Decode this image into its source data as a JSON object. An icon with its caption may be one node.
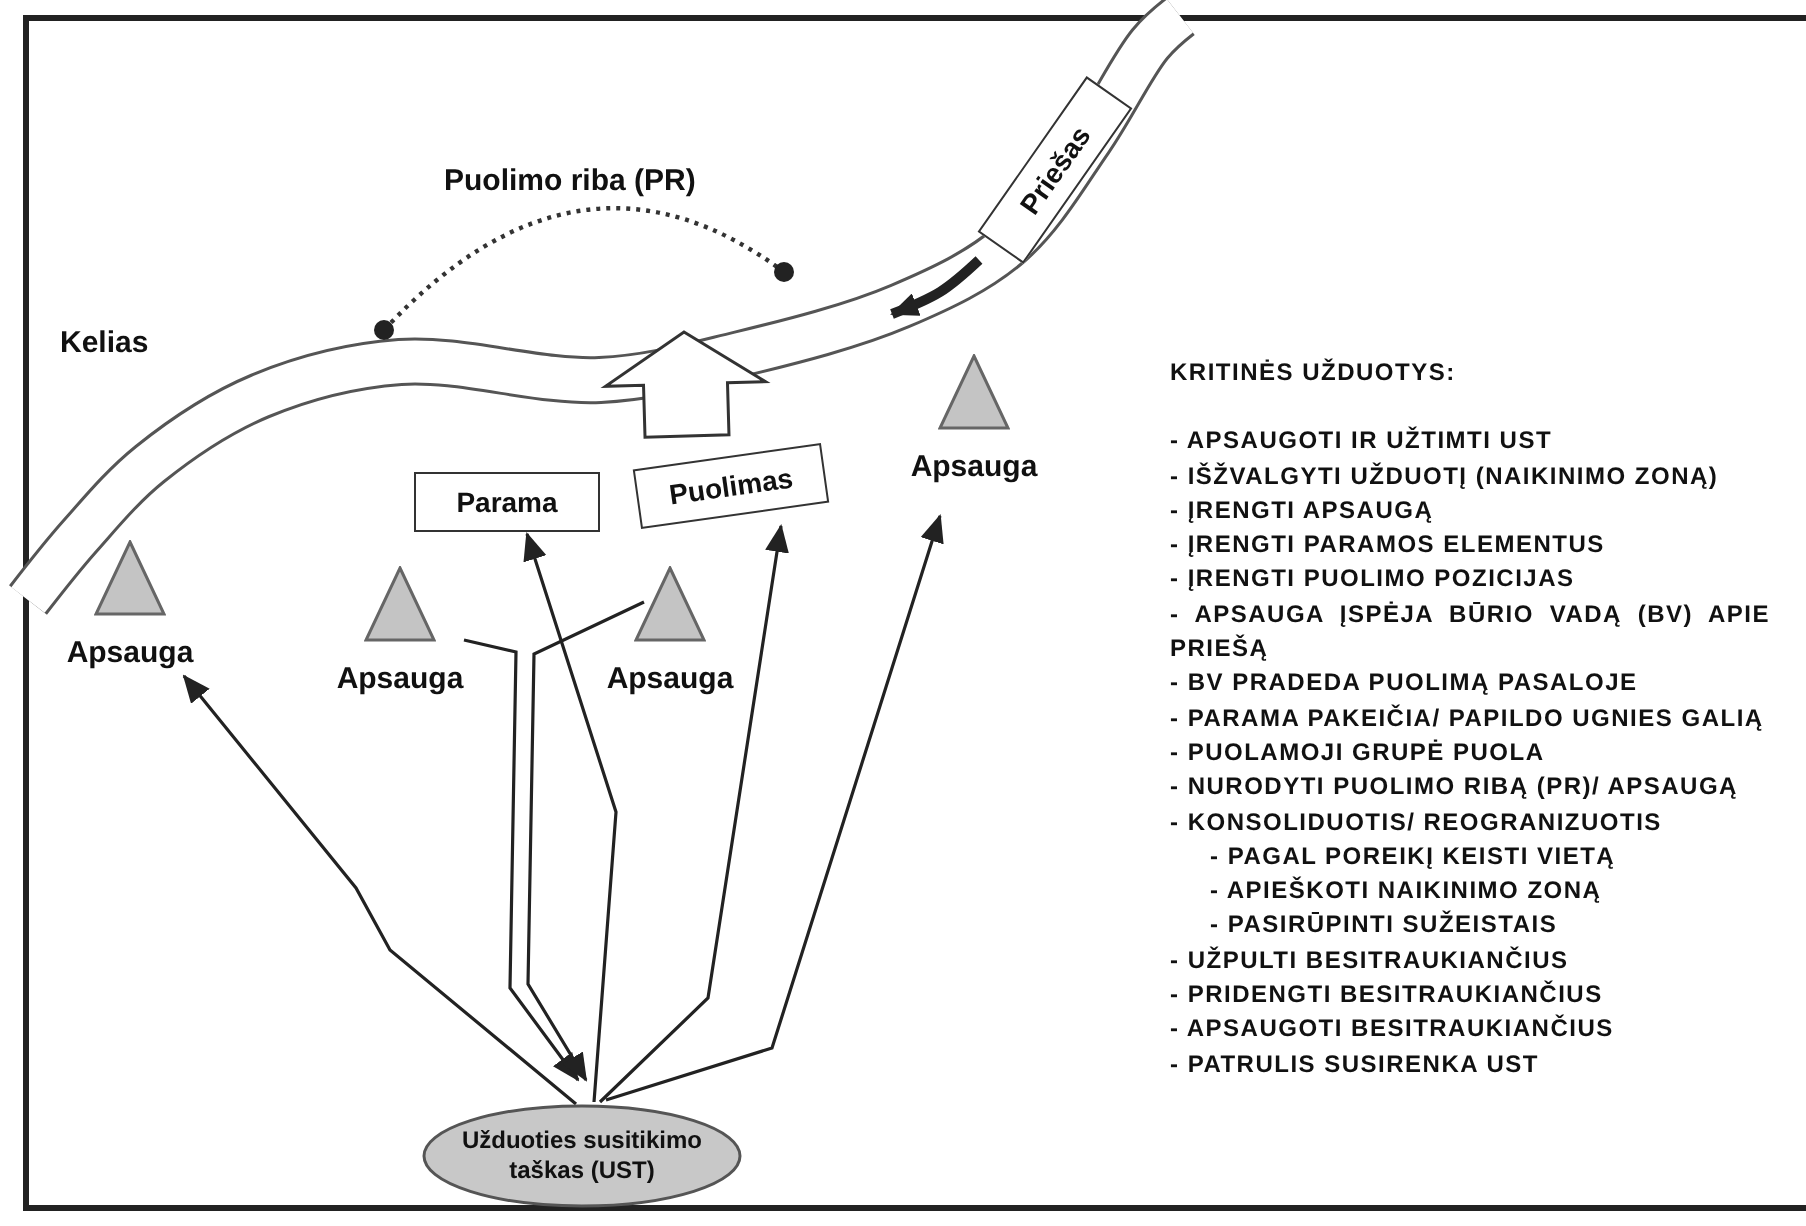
{
  "diagram": {
    "nodes": [
      {
        "text": [
          "Užduoties susitikimo taškas (UST)"
        ]
      },
      {
        "text": [
          "Apsauga"
        ]
      },
      {
        "text": [
          "Apsauga"
        ]
      },
      {
        "text": [
          "Apsauga"
        ]
      },
      {
        "text": [
          "Apsauga"
        ]
      },
      {
        "text": [
          "Parama"
        ]
      },
      {
        "text": [
          "Puolimas"
        ]
      },
      {
        "text": [
          "Priešas"
        ]
      }
    ],
    "edges": [
      {
        "from": 0,
        "to": 1,
        "arrow": "to"
      },
      {
        "from": 0,
        "to": 5,
        "arrow": "to"
      },
      {
        "from": 0,
        "to": 6,
        "arrow": "to"
      },
      {
        "from": 0,
        "to": 4,
        "arrow": "to"
      },
      {
        "from": 2,
        "to": 0,
        "arrow": "to"
      },
      {
        "from": 3,
        "to": 0,
        "arrow": "to"
      },
      {
        "from": 6,
        "to": null,
        "arrow": "to",
        "style": "thick"
      },
      {
        "from": 7,
        "to": null,
        "arrow": "to",
        "style": "thick"
      }
    ],
    "labels": [
      "Puolimo riba (PR)",
      "Kelias",
      "KRITINĖS UŽDUOTYS:",
      "- APSAUGOTI IR UŽTIMTI UST",
      "- IŠŽVALGYTI UŽDUOTĮ (NAIKINIMO ZONĄ)",
      "- ĮRENGTI APSAUGĄ",
      "- ĮRENGTI PARAMOS ELEMENTUS",
      "- ĮRENGTI PUOLIMO POZICIJAS",
      "- APSAUGA ĮSPĖJA BŪRIO VADĄ (BV) APIE PRIEŠĄ",
      "- BV PRADEDA PUOLIMĄ PASALOJE",
      "- PARAMA PAKEIČIA/ PAPILDO UGNIES GALIĄ",
      "- PUOLAMOJI GRUPĖ PUOLA",
      "- NURODYTI PUOLIMO RIBĄ (PR)/ APSAUGĄ",
      "- KONSOLIDUOTIS/ REOGRANIZUOTIS",
      "- PAGAL POREIKĮ KEISTI VIETĄ",
      "- APIEŠKOTI NAIKINIMO ZONĄ",
      "- PASIRŪPINTI SUŽEISTAIS",
      "- UŽPULTI BESITRAUKIANČIUS",
      "- PRIDENGTI BESITRAUKIANČIUS",
      "- APSAUGOTI BESITRAUKIANČIUS",
      "- PATRULIS SUSIRENKA UST"
    ]
  }
}
